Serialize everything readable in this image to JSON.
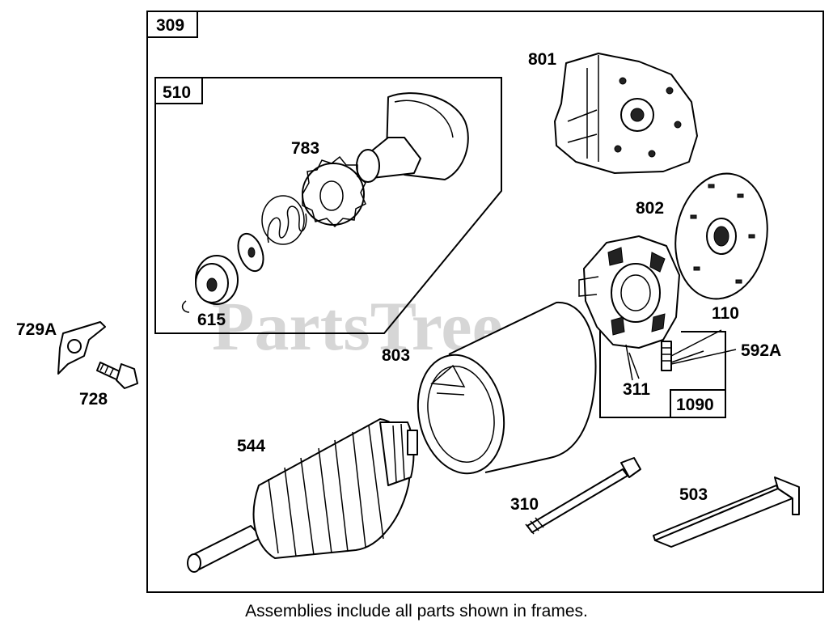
{
  "frames": {
    "main": "309",
    "drive": "510",
    "brush": "1090"
  },
  "parts": {
    "p801": "801",
    "p783": "783",
    "p802": "802",
    "p615": "615",
    "p110": "110",
    "p729a": "729A",
    "p592a": "592A",
    "p803": "803",
    "p728": "728",
    "p311": "311",
    "p544": "544",
    "p310": "310",
    "p503": "503"
  },
  "watermark": "PartsTree",
  "caption": "Assemblies include all parts shown in frames."
}
